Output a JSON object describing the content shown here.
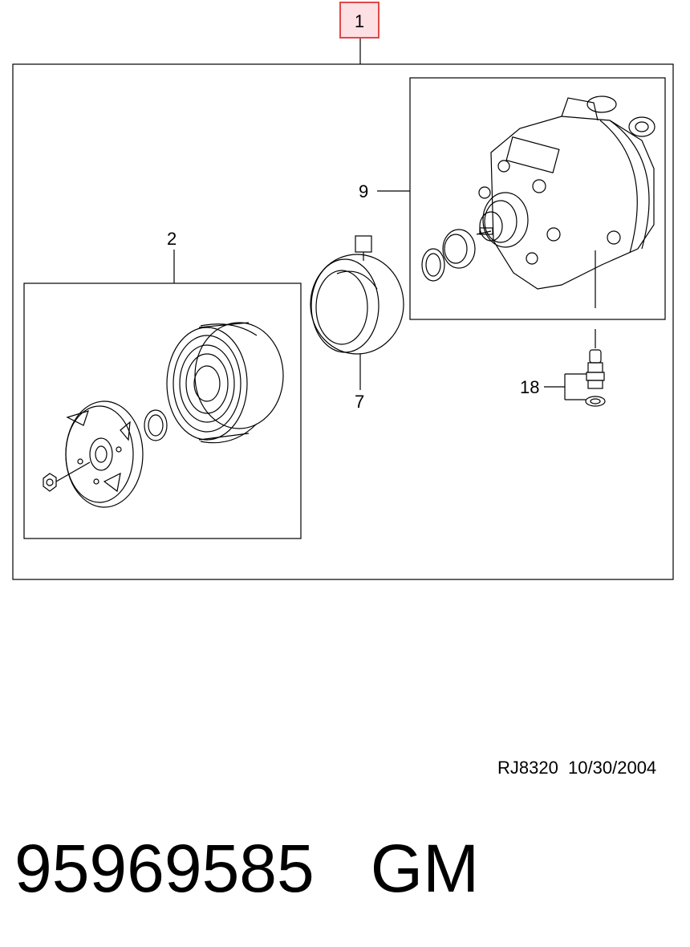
{
  "callouts": {
    "c1": "1",
    "c2": "2",
    "c7": "7",
    "c9": "9",
    "c18": "18"
  },
  "footer": {
    "doc_ref": "RJ8320  10/30/2004",
    "part_number_line": "95969585   GM"
  },
  "colors": {
    "highlight_fill": "#fde0e4",
    "highlight_border": "#e04848",
    "line": "#000000"
  }
}
